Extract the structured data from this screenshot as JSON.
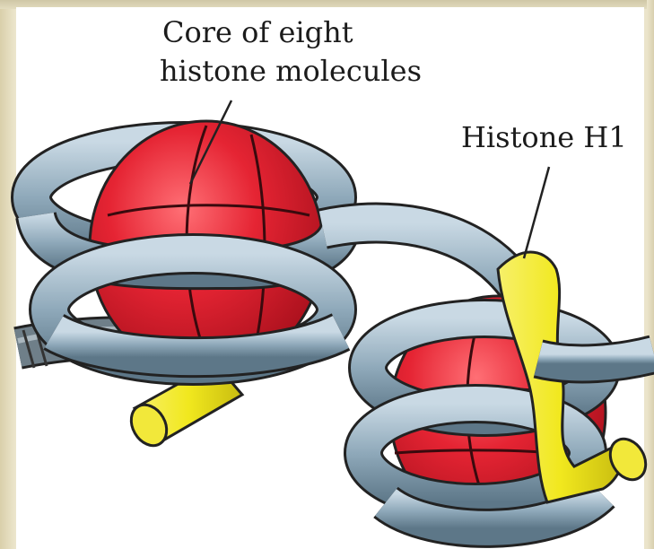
{
  "diagram": {
    "labels": {
      "core_line1": "Core of eight",
      "core_line2": "histone molecules",
      "h1": "Histone H1"
    },
    "colors": {
      "background": "#ebe4cb",
      "panel": "#ffffff",
      "histone_core": "#e52433",
      "dna_strand": "#7f9bad",
      "histone_h1": "#f4ec2d",
      "outline": "#222222"
    },
    "icons": [
      "nucleosome-illustration"
    ]
  }
}
